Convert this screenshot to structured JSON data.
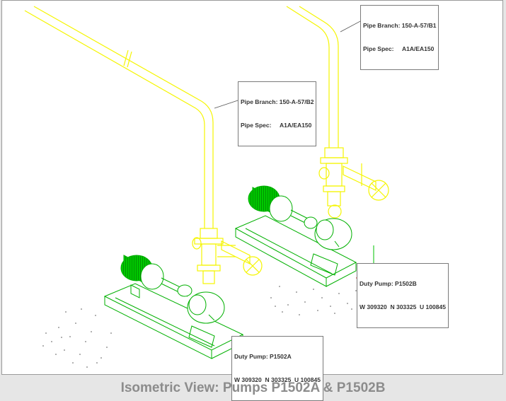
{
  "caption": "Isometric View: Pumps P1502A & P1502B",
  "colors": {
    "pipe": "#f5f500",
    "equipment": "#00d000",
    "pointer": "#e01010",
    "label_border": "#7a7a7a",
    "caption": "#8c8c8c"
  },
  "labels": {
    "branch_b1": {
      "line1": "Pipe Branch: 150-A-57/B1",
      "line2": "Pipe Spec:     A1A/EA150"
    },
    "branch_b2": {
      "line1": "Pipe Branch: 150-A-57/B2",
      "line2": "Pipe Spec:     A1A/EA150"
    },
    "pump_b": {
      "line1": "Duty Pump: P1502B",
      "line2": "W 309320  N 303325  U 100845"
    },
    "pump_a": {
      "line1": "Duty Pump: P1502A",
      "line2": "W 309320  N 303325  U 100845"
    }
  }
}
